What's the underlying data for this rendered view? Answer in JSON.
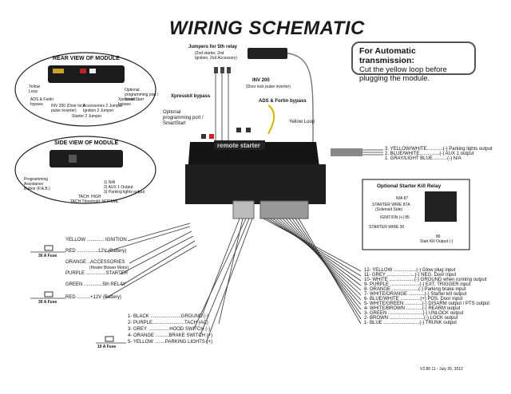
{
  "title": "WIRING SCHEMATIC",
  "note": {
    "heading": "For Automatic transmission:",
    "body_line1": "Cut the yellow loop before",
    "body_line2": "plugging the module."
  },
  "rear_view": {
    "title": "REAR VIEW OF MODULE",
    "labels": [
      "Yellow Loop",
      "ADS & Fortin bypass",
      "INV 200 (Door lock pulse inverter)",
      "Accessories 2 Jumper",
      "Ignition 2 Jumper",
      "Starter 2 Jumper",
      "Xpresskit bypass",
      "Optional programming port / SmartStart"
    ]
  },
  "side_view": {
    "title": "SIDE VIEW OF MODULE",
    "labels": [
      "Programming Assistance Button (P.A.B.)",
      "1) N/A",
      "2) AUX 1 Output",
      "3) Parking lights output",
      "TACH: HIGH",
      "TACH Threshold: NORMAL"
    ]
  },
  "top_callouts": {
    "jumpers": "Jumpers for 5th relay",
    "jumpers_sub": "(2nd starter, 2nd Ignition, 2nd Accessory)",
    "xpresskit": "Xpresskit bypass",
    "optional_prog": "Optional programming port / SmartStart",
    "inv200": "INV 200",
    "inv200_sub": "(Door lock pulse inverter)",
    "ads": "ADS & Fortin bypass",
    "yellow_loop": "Yellow Loop"
  },
  "module": {
    "label": "remote starter"
  },
  "aux_connector": [
    "3. YELLOW/WHITE............(-) Parking lights output",
    "2. BLUE/WHITE...............(-) AUX 1 output",
    "1. GRAY/LIGHT BLUE...........(-) N/A"
  ],
  "kill_relay": {
    "title": "Optional Starter Kill Relay",
    "na87": "N/A 87",
    "starter87a": "STARTER WIRE 87A",
    "starter87a_sub": "(Solenoid Side)",
    "ign85": "IGNITION (+) 85",
    "starter30": "STARTER WIRE 30",
    "out86": "86",
    "out86_sub": "Start Kill Output (-)"
  },
  "left_wires": [
    "YELLOW ............. IGNITION",
    "RED ................12V (Battery)",
    "ORANGE ..ACCESSORIES",
    "(Heater Blower Motor)",
    "PURPLE ...............STARTER",
    "GREEN ..............5th RELAY",
    "RED ..........+12V (Battery)"
  ],
  "fuses": [
    "30 A Fuse",
    "30 A Fuse",
    "10 A Fuse"
  ],
  "bottom_wires": [
    "1- BLACK .......................GROUND (-)",
    "2- PURPLE........................TACH (AC)",
    "3- GREY ................HOOD SWITCH (-)",
    "4- ORANGE ..........BRAKE SWITCH (+)",
    "5- YELLOW ........PARKING LIGHTS (+)"
  ],
  "right_wires": [
    "12- YELLOW .................(-) Glow plug input",
    "11- GREY .....................(-) NEG. Door input",
    "10- WHITE ...................(-) GROUND when running output",
    "9- PURPLE ......................(-) EXT. TRIGGER input",
    "8- ORANGE ....................(-) Parking brake input",
    "7- WHITE/ORANGE ............(-) Starter kill output",
    "6- BLUE/WHITE ...............(+) POS. Door input",
    "5- WHITE/GREEN .............(-) DISARM output / PTS output",
    "4- WHITE/BROWN ............(-) REARM output",
    "3- GREEN ..........................(-) UNLOCK output",
    "2- BROWN ..........................(-) LOCK output",
    "1- BLUE ...........................(-) TRUNK output"
  ],
  "footer": "V2.80   11 - July 26, 2012"
}
